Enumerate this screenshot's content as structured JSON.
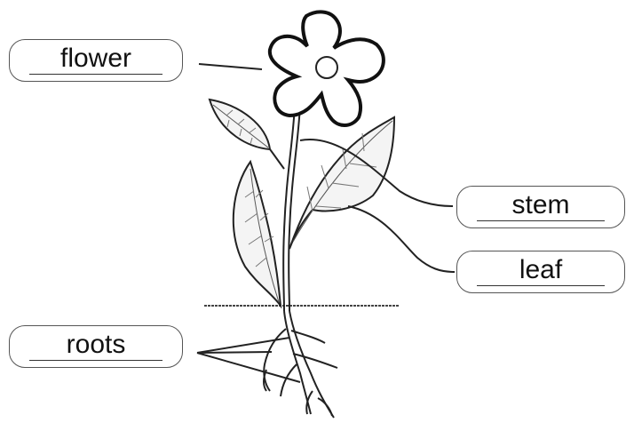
{
  "labels": {
    "flower": "flower",
    "stem": "stem",
    "leaf": "leaf",
    "roots": "roots"
  },
  "colors": {
    "line": "#222222",
    "box_border": "#555555",
    "background": "#ffffff"
  }
}
